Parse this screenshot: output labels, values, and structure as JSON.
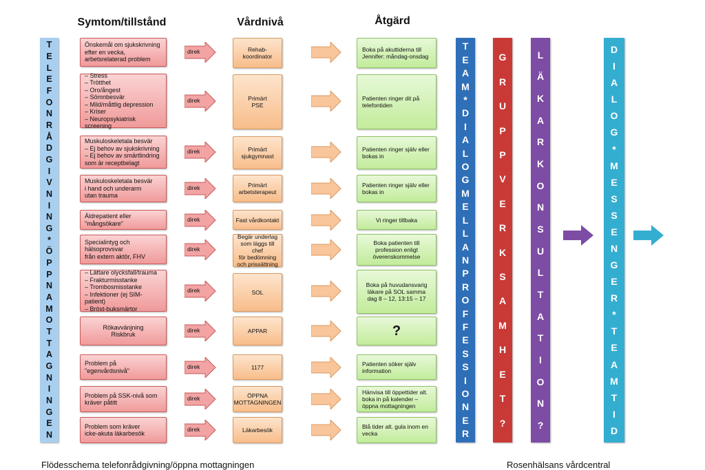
{
  "headers": {
    "symptom": "Symtom/tillstånd",
    "level": "Vårdnivå",
    "action": "Åtgärd"
  },
  "left_bar": {
    "letters": [
      "T",
      "E",
      "L",
      "E",
      "F",
      "O",
      "N",
      "R",
      "Å",
      "D",
      "G",
      "I",
      "V",
      "N",
      "I",
      "N",
      "G",
      "*",
      "Ö",
      "P",
      "P",
      "N",
      "A",
      "M",
      "O",
      "T",
      "T",
      "A",
      "G",
      "N",
      "I",
      "N",
      "G",
      "E",
      "N"
    ],
    "color": "#a8cff0"
  },
  "direct_label": "direk",
  "rows": [
    {
      "symptom": [
        "Önskemål om sjukskrivning",
        "efter en vecka,",
        "arbetsrelaterad problem"
      ],
      "level": "Rehab-\nkoordinator",
      "action": "Boka på akuttiderna till Jennifer: måndag-onsdag"
    },
    {
      "symptom": [
        "– Stress",
        "– Trötthet",
        "– Oro/ångest",
        "– Sömnbesvär",
        "– Mild/måttlig depression",
        "– Kriser",
        "– Neuropsykiatrisk screening"
      ],
      "level": "Primärt\nPSE",
      "action": "Patienten ringer dit på telefontiden"
    },
    {
      "symptom": [
        "Muskuloskeletala besvär",
        "– Ej behov av sjukskrivning",
        "– Ej behov av smärtlindring",
        "som är receptbelagt"
      ],
      "level": "Primärt\nsjukgymnast",
      "action": "Patienten ringer själv eller bokas in"
    },
    {
      "symptom": [
        "Muskuloskeletala besvär",
        "i hand och underarm",
        "utan trauma"
      ],
      "level": "Primärt\narbetsterapeut",
      "action": "Patienten ringer själv eller bokas in"
    },
    {
      "symptom": [
        "Äldrepatient eller",
        "\"mångsökare\""
      ],
      "level": "Fast vårdkontakt",
      "action": "Vi ringer tillbaka"
    },
    {
      "symptom": [
        "Specialintyg och",
        "hälsoprovsvar",
        "från extern aktör, FHV"
      ],
      "level": "Begär underlag\nsom läggs till chef\nför bedömning\noch prissättning",
      "action": "Boka patienten till profession enligt överenskommelse"
    },
    {
      "symptom": [
        "– Lättare olycksfall/trauma",
        "– Frakturmisstanke",
        "– Trombosmisstanke",
        "– Infektioner (ej SIM-patient)",
        "– Bröst-buksmärtor"
      ],
      "level": "SOL",
      "action": "Boka på huvudansvarig läkare på SOL samma dag 8 – 12, 13:15 – 17"
    },
    {
      "symptom": [
        "Rökavvänjning",
        "Riskbruk"
      ],
      "level": "APPAR",
      "action": "?"
    },
    {
      "symptom": [
        "Problem på \"egenvårdsnivå\""
      ],
      "level": "1177",
      "action": "Patienten söker själv information"
    },
    {
      "symptom": [
        "Problem på SSK-nivå som",
        "kräver påtitt"
      ],
      "level": "ÖPPNA\nMOTTAGNINGEN",
      "action": "Hänvisa till öppettider alt. boka in på kalender – öppna mottagningen"
    },
    {
      "symptom": [
        "Problem som kräver",
        "icke-akuta läkarbesök"
      ],
      "level": "Läkarbesök",
      "action": "Blå tider alt. gula inom en vecka"
    }
  ],
  "right_bars": [
    {
      "letters": [
        "T",
        "E",
        "A",
        "M",
        "*",
        "D",
        "I",
        "A",
        "L",
        "O",
        "G",
        "M",
        "E",
        "L",
        "L",
        "A",
        "N",
        "P",
        "R",
        "O",
        "F",
        "F",
        "E",
        "S",
        "S",
        "I",
        "O",
        "N",
        "E",
        "R"
      ],
      "color": "#2f6fb8"
    },
    {
      "letters": [
        "G",
        "R",
        "U",
        "P",
        "P",
        "V",
        "E",
        "R",
        "K",
        "S",
        "A",
        "M",
        "H",
        "E",
        "T",
        "?"
      ],
      "color": "#c93a36"
    },
    {
      "letters": [
        "L",
        "Ä",
        "K",
        "A",
        "R",
        "K",
        "O",
        "N",
        "S",
        "U",
        "L",
        "T",
        "A",
        "T",
        "I",
        "O",
        "N",
        "?"
      ],
      "color": "#7d4ca5"
    },
    {
      "letters": [
        "D",
        "I",
        "A",
        "L",
        "O",
        "G",
        "*",
        "M",
        "E",
        "S",
        "S",
        "E",
        "N",
        "G",
        "E",
        "R",
        "*",
        "T",
        "E",
        "A",
        "M",
        "T",
        "I",
        "D"
      ],
      "color": "#34aed0"
    }
  ],
  "footer": {
    "left": "Flödesschema telefonrådgivning/öppna mottagningen",
    "right": "Rosenhälsans vårdcentral"
  }
}
